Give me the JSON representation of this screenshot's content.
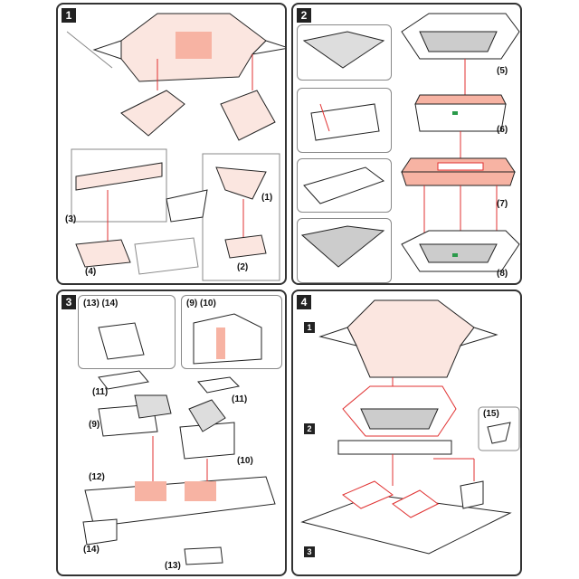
{
  "panels": [
    {
      "step": "1",
      "labels": {
        "p1": "(1)",
        "p2": "(2)",
        "p3": "(3)",
        "p4": "(4)"
      }
    },
    {
      "step": "2",
      "labels": {
        "p5": "(5)",
        "p6": "(6)",
        "p7": "(7)",
        "p8": "(8)"
      }
    },
    {
      "step": "3",
      "labels": {
        "d1314": "(13) (14)",
        "d910": "(9) (10)",
        "p11a": "(11)",
        "p11b": "(11)",
        "p9": "(9)",
        "p10": "(10)",
        "p12": "(12)",
        "p14": "(14)",
        "p13": "(13)"
      }
    },
    {
      "step": "4",
      "labels": {
        "p15": "(15)",
        "s1": "1",
        "s2": "2",
        "s3": "3"
      }
    }
  ],
  "marks": {
    "one": "①",
    "two": "②",
    "three": "③",
    "four": "④"
  },
  "colors": {
    "guide": "#e03030",
    "glue": "#f7b3a3",
    "arrow": "#2a9a4a",
    "line": "#222222"
  }
}
